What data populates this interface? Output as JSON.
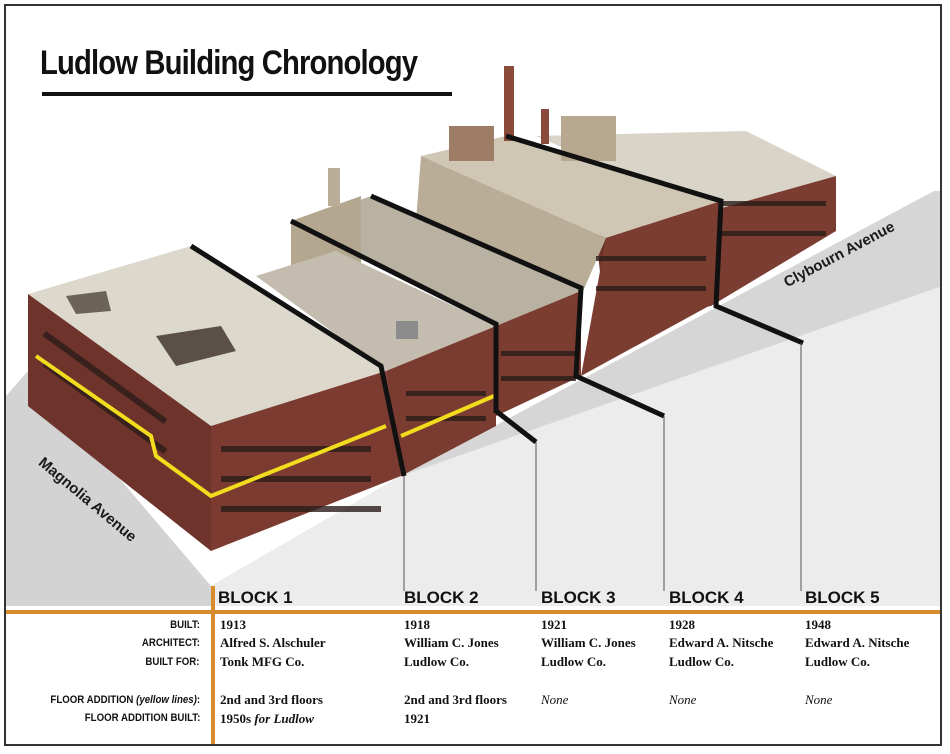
{
  "title": "Ludlow Building Chronology",
  "streets": {
    "clybourn": "Clybourn Avenue",
    "magnolia": "Magnolia Avenue"
  },
  "row_labels": {
    "built": "BUILT:",
    "architect": "ARCHITECT:",
    "built_for": "BUILT FOR:",
    "floor_addition_main": "FLOOR ADDITION",
    "floor_addition_note": "(yellow lines)",
    "floor_addition_suffix": ":",
    "floor_addition_built": "FLOOR ADDITION BUILT:"
  },
  "blocks": [
    {
      "name": "BLOCK 1",
      "built": "1913",
      "architect": "Alfred S. Alschuler",
      "built_for": "Tonk MFG Co.",
      "floor_addition": "2nd and 3rd floors",
      "addition_built": "1950s",
      "addition_built_note": "for Ludlow"
    },
    {
      "name": "BLOCK 2",
      "built": "1918",
      "architect": "William C. Jones",
      "built_for": "Ludlow Co.",
      "floor_addition": "2nd and 3rd floors",
      "addition_built": "1921",
      "addition_built_note": ""
    },
    {
      "name": "BLOCK 3",
      "built": "1921",
      "architect": "William C. Jones",
      "built_for": "Ludlow Co.",
      "floor_addition": "None",
      "addition_built": "",
      "addition_built_note": ""
    },
    {
      "name": "BLOCK 4",
      "built": "1928",
      "architect": "Edward A. Nitsche",
      "built_for": "Ludlow Co.",
      "floor_addition": "None",
      "addition_built": "",
      "addition_built_note": ""
    },
    {
      "name": "BLOCK 5",
      "built": "1948",
      "architect": "Edward A. Nitsche",
      "built_for": "Ludlow Co.",
      "floor_addition": "None",
      "addition_built": "",
      "addition_built_note": ""
    }
  ],
  "colors": {
    "accent_rule": "#d98c2b",
    "floor_addition_line": "#f2dc1e",
    "brick": "#7a3b30",
    "roof": "#d8d2c4",
    "street": "#cfcfcf"
  }
}
